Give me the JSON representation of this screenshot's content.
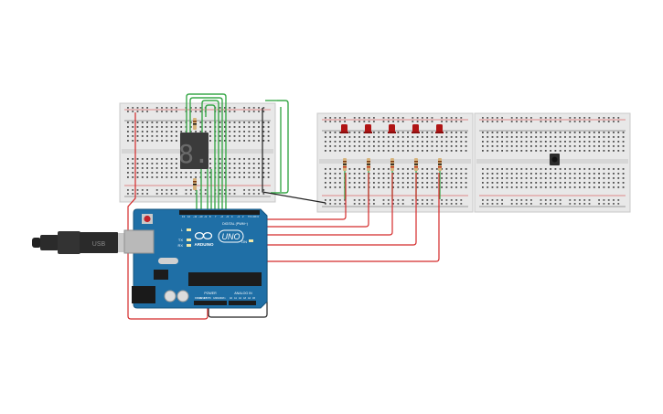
{
  "board": {
    "brand_text": "ARDUINO",
    "model_text": "UNO",
    "digital_label": "DIGITAL (PWM~)",
    "power_label": "POWER",
    "analog_label": "ANALOG IN",
    "tx_label": "TX",
    "rx_label": "RX",
    "l_label": "L",
    "on_label": "ON",
    "usb_text": "USB",
    "digital_pins": [
      "13",
      "12",
      "~11",
      "~10",
      "~9",
      "8",
      "7",
      "~6",
      "~5",
      "4",
      "~3",
      "2",
      "TX 1",
      "RX 0"
    ],
    "power_pins": [
      "IOREF",
      "RESET",
      "3.3V",
      "5V",
      "GND",
      "GND",
      "Vin"
    ],
    "analog_pins": [
      "A0",
      "A1",
      "A2",
      "A3",
      "A4",
      "A5"
    ]
  },
  "display": {
    "digit_text": "8."
  },
  "leds": {
    "count": 5
  },
  "colors": {
    "board_blue": "#1f6fa6",
    "wire_red": "#d42a2a",
    "wire_green": "#3aa84a",
    "wire_black": "#222222",
    "breadboard": "#e9e9e9",
    "led_red": "#b01515"
  }
}
